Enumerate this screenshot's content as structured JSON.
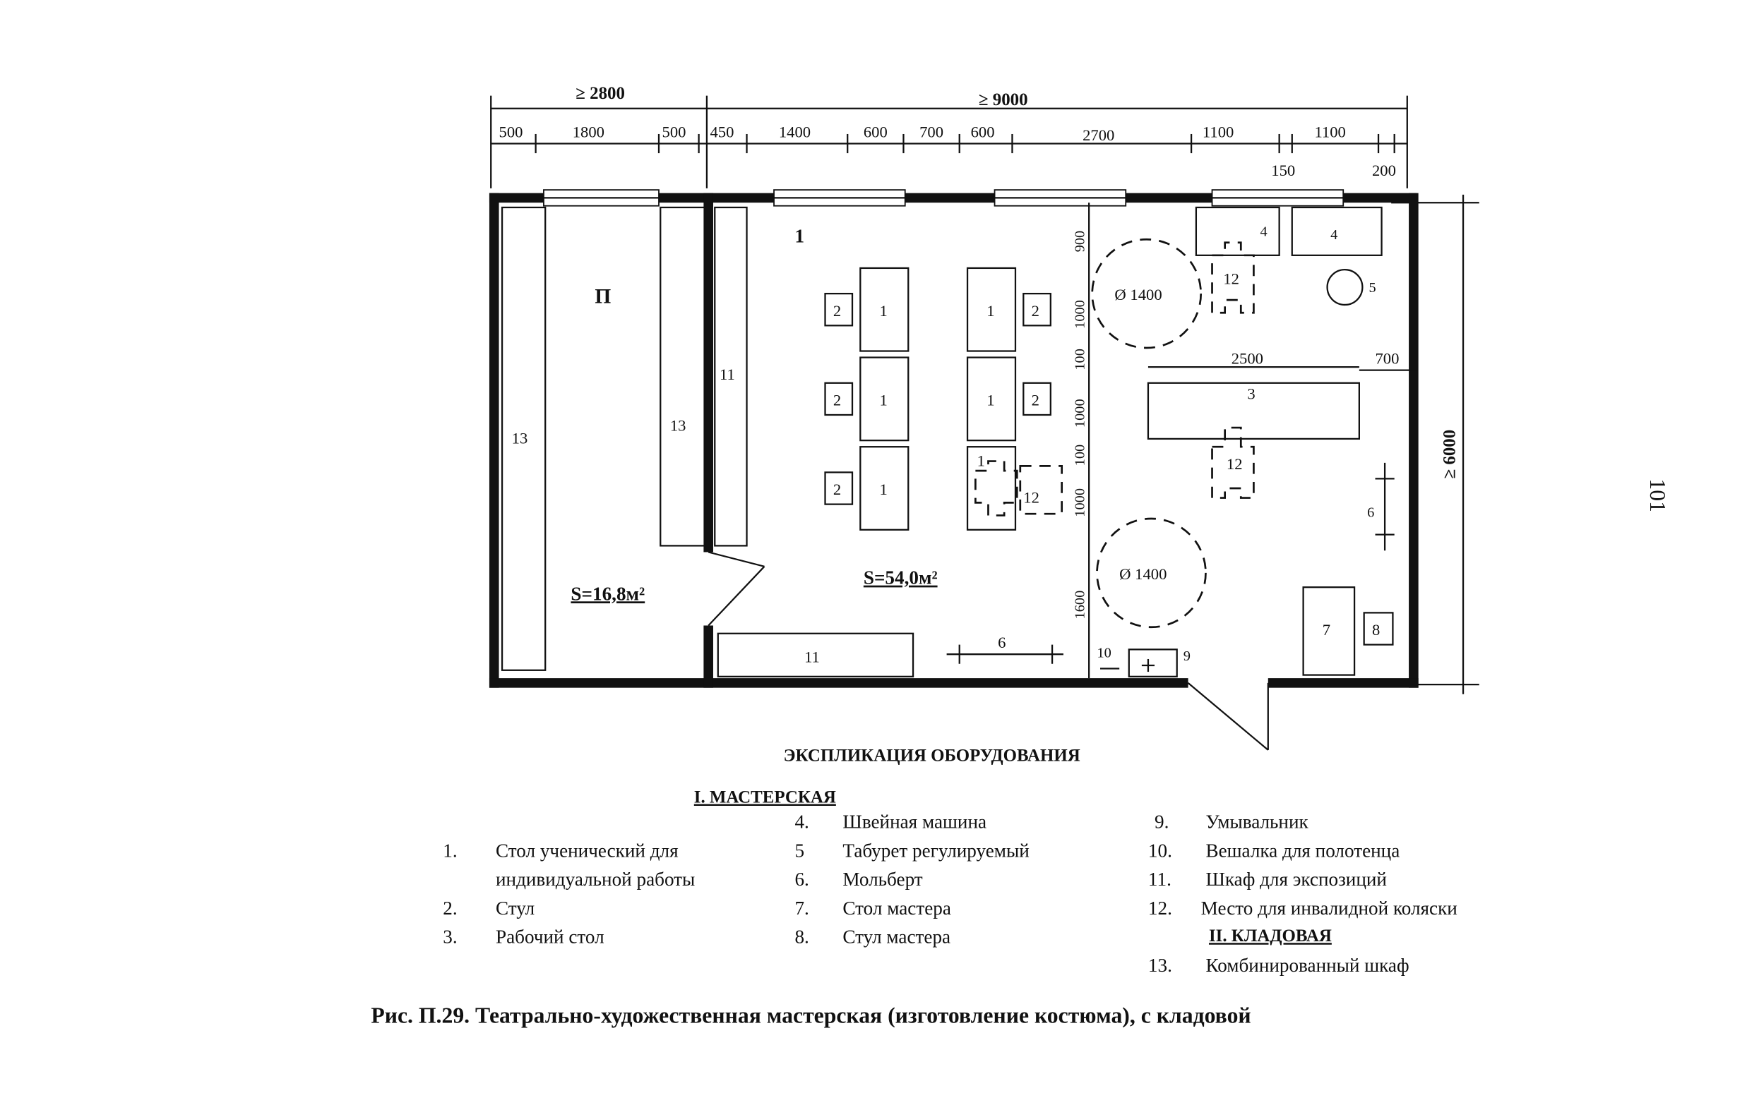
{
  "page_number": "101",
  "plan": {
    "overall_left": "≥ 2800",
    "overall_right": "≥ 9000",
    "height_dim": "≥ 6000",
    "top_dims_left": [
      "500",
      "1800",
      "500"
    ],
    "top_dims_right": [
      "450",
      "1400",
      "600",
      "700",
      "600",
      "2700",
      "1100",
      "1100"
    ],
    "dim_150": "150",
    "dim_200": "200",
    "vert_dims": [
      "900",
      "1000",
      "100",
      "1000",
      "100",
      "1000",
      "1600"
    ],
    "dim_2500": "2500",
    "dim_700": "700",
    "room1_label": "1",
    "room2_label": "П",
    "room1_area": "S=54,0м²",
    "room2_area": "S=16,8м²",
    "circle_label": "Ø 1400",
    "tags": {
      "t1": "1",
      "t2": "2",
      "t3": "3",
      "t4": "4",
      "t5": "5",
      "t6": "6",
      "t7": "7",
      "t8": "8",
      "t9": "9",
      "t10": "10",
      "t11": "11",
      "t12": "12",
      "t13": "13"
    }
  },
  "legend": {
    "title": "ЭКСПЛИКАЦИЯ ОБОРУДОВАНИЯ",
    "section1": "I. МАСТЕРСКАЯ",
    "section2": "II. КЛАДОВАЯ",
    "items": [
      {
        "num": "1.",
        "label": "Стол ученический для",
        "label2": "индивидуальной работы"
      },
      {
        "num": "2.",
        "label": "Стул"
      },
      {
        "num": "3.",
        "label": "Рабочий стол"
      },
      {
        "num": "4.",
        "label": "Швейная машина"
      },
      {
        "num": "5",
        "label": "Табурет регулируемый"
      },
      {
        "num": "6.",
        "label": "Мольберт"
      },
      {
        "num": "7.",
        "label": "Стол мастера"
      },
      {
        "num": "8.",
        "label": "Стул  мастера"
      },
      {
        "num": "9.",
        "label": "Умывальник"
      },
      {
        "num": "10.",
        "label": "Вешалка для полотенца"
      },
      {
        "num": "11.",
        "label": "Шкаф для экспозиций"
      },
      {
        "num": "12.",
        "label": "Место для инвалидной коляски"
      },
      {
        "num": "13.",
        "label": "Комбинированный шкаф"
      }
    ]
  },
  "caption": "Рис. П.29.  Театрально-художественная  мастерская  (изготовление  костюма),  с  кладовой"
}
